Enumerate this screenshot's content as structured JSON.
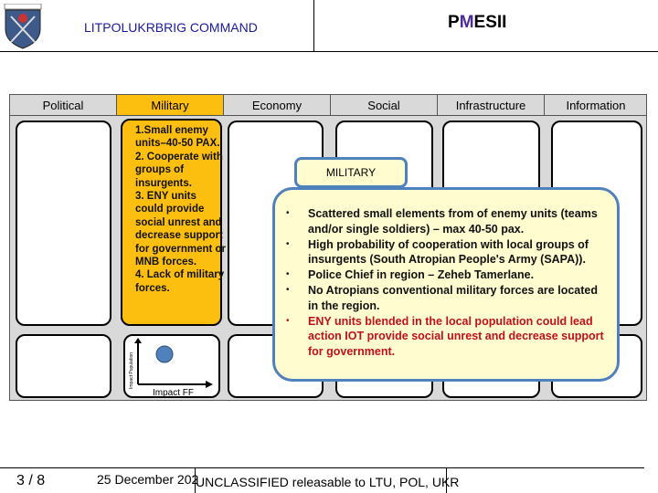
{
  "header": {
    "org": "LITPOLUKRBRIG COMMAND",
    "title_pre": "P",
    "title_m": "M",
    "title_post": "ESII"
  },
  "columns": [
    "Political",
    "Military",
    "Economy",
    "Social",
    "Infrastructure",
    "Information"
  ],
  "active_column": "Military",
  "military_cell": "1.Small enemy units–40-50 PAX.\n2. Cooperate with groups of insurgents.\n3. ENY units could provide social unrest and decrease support for government or MNB forces.\n4. Lack of military forces.",
  "mini_chart": {
    "ylabel": "Impact Population",
    "xlabel": "Impact FF"
  },
  "callout": {
    "title": "MILITARY",
    "bullets": [
      {
        "text": "Scattered small elements from of enemy units (teams and/or single soldiers) – max 40-50 pax.",
        "color": "#111111"
      },
      {
        "text": "High probability of cooperation with local groups of insurgents (South Atropian People's Army (SAPA)).",
        "color": "#111111"
      },
      {
        "text": "Police Chief in region – Zeheb Tamerlane.",
        "color": "#111111"
      },
      {
        "text": "No Atropians conventional military forces are located in the region.",
        "color": "#111111"
      },
      {
        "text": "ENY units blended in the local population could lead action IOT provide social unrest and decrease support for government.",
        "color": "#c0101a"
      }
    ]
  },
  "colors": {
    "accent": "#fdbf0f",
    "callout_border": "#4f81bd",
    "callout_bg": "#fffdd0",
    "org_text": "#1a1aa0"
  },
  "footer": {
    "page": "3 / 8",
    "date": "25 December 202",
    "classification": "UNCLASSIFIED releasable to LTU, POL, UKR"
  }
}
